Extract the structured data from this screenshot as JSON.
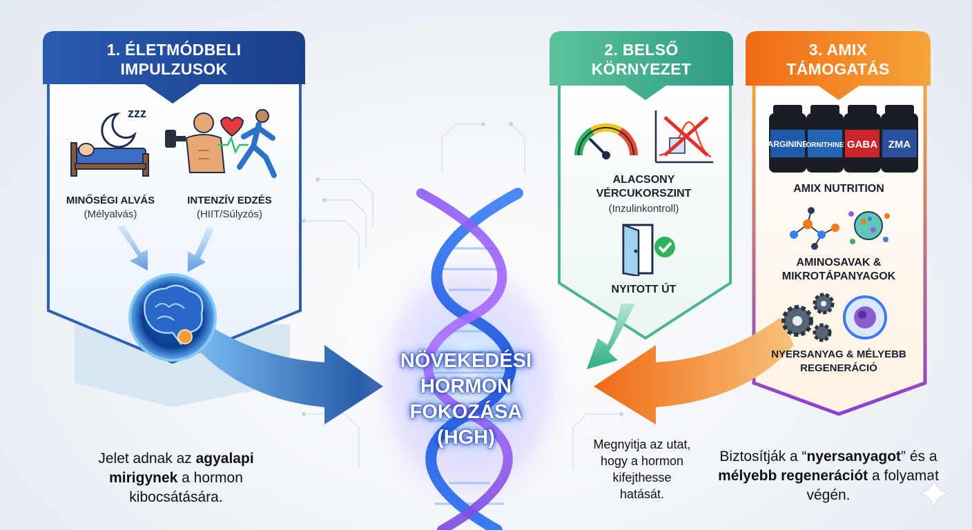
{
  "panel1": {
    "title_line1": "1. ÉLETMÓDBELI",
    "title_line2": "IMPULZUSOK",
    "sleep_label": "MINŐSÉGI ALVÁS",
    "sleep_sub": "(Mélyalvás)",
    "training_label": "INTENZÍV EDZÉS",
    "training_sub": "(HIIT/Súlyzós)",
    "sleep_glyph": "zzz",
    "caption_pre": "Jelet adnak az ",
    "caption_bold": "agyalapi mirigynek",
    "caption_post": " a hormon kibocsátására."
  },
  "panel2": {
    "title_line1": "2. BELSŐ",
    "title_line2": "KÖRNYEZET",
    "sugar_line1": "ALACSONY",
    "sugar_line2": "VÉRCUKORSZINT",
    "sugar_sub": "(Inzulinkontroll)",
    "open_label": "NYITOTT ÚT",
    "caption_line1": "Megnyitja az utat,",
    "caption_line2": "hogy a hormon",
    "caption_line3": "kifejthesse",
    "caption_line4": "hatását."
  },
  "panel3": {
    "title_line1": "3. AMIX",
    "title_line2": "TÁMOGATÁS",
    "bottles": [
      "ARGININE",
      "ORNITHINE",
      "GABA",
      "ZMA"
    ],
    "brand_label": "AMIX NUTRITION",
    "amino_line1": "AMINOSAVAK &",
    "amino_line2": "MIKROTÁPANYAGOK",
    "regen_line1": "NYERSANYAG & MÉLYEBB",
    "regen_line2": "REGENERÁCIÓ",
    "caption_pre": "Biztosítják a “",
    "caption_bold1": "nyersanyagot",
    "caption_mid": "” és a ",
    "caption_bold2": "mélyebb regenerációt",
    "caption_post": " a folyamat végén."
  },
  "center": {
    "line1": "NÖVEKEDÉSI",
    "line2": "HORMON",
    "line3": "FOKOZÁSA",
    "line4": "(HGH)"
  },
  "colors": {
    "panel1": "#1e4f9c",
    "panel2": "#3fae8c",
    "panel3": "#f07a1c",
    "dna_blue": "#3a7bf0",
    "dna_purple": "#9b5cf0"
  }
}
